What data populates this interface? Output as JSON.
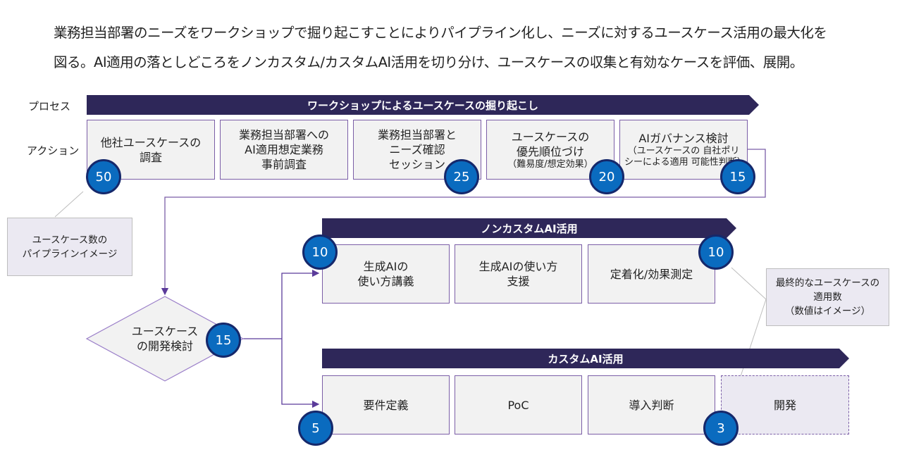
{
  "intro": {
    "line1": "業務担当部署のニーズをワークショップで掘り起こすことによりパイプライン化し、ニーズに対するユースケース活用の最大化を",
    "line2": "図る。AI適用の落としどころをノンカスタム/カスタムAI活用を切り分け、ユースケースの収集と有効なケースを評価、展開。"
  },
  "row_labels": {
    "process": "プロセス",
    "action": "アクション"
  },
  "workshop": {
    "banner": "ワークショップによるユースケースの掘り起こし",
    "steps": [
      {
        "lines": [
          "他社ユースケースの",
          "調査"
        ],
        "count": "50"
      },
      {
        "lines": [
          "業務担当部署への",
          "AI適用想定業務",
          "事前調査"
        ],
        "count": ""
      },
      {
        "lines": [
          "業務担当部署と",
          "ニーズ確認",
          "セッション"
        ],
        "count": "25"
      },
      {
        "lines": [
          "ユースケースの",
          "優先順位づけ"
        ],
        "sub": "（難易度/想定効果）",
        "count": "20"
      },
      {
        "lines": [
          "AIガバナンス検討"
        ],
        "sub": "（ユースケースの 自社ポリシーによる適用 可能性判断）",
        "count": "15"
      }
    ]
  },
  "pipeline_note": {
    "text": "ユースケース数の\nパイプラインイメージ"
  },
  "decision": {
    "lines": [
      "ユースケース",
      "の開発検討"
    ],
    "count": "15"
  },
  "noncustom": {
    "banner": "ノンカスタムAI活用",
    "steps": [
      {
        "lines": [
          "生成AIの",
          "使い方講義"
        ]
      },
      {
        "lines": [
          "生成AIの使い方",
          "支援"
        ]
      },
      {
        "lines": [
          "定着化/効果測定"
        ]
      }
    ],
    "count_start": "10",
    "count_end": "10"
  },
  "custom": {
    "banner": "カスタムAI活用",
    "steps": [
      {
        "lines": [
          "要件定義"
        ]
      },
      {
        "lines": [
          "PoC"
        ]
      },
      {
        "lines": [
          "導入判断"
        ]
      },
      {
        "lines": [
          "開発"
        ]
      }
    ],
    "count_start": "5",
    "count_end": "3"
  },
  "final_note": {
    "lines": [
      "最終的なユースケースの",
      "適用数",
      "（数値はイメージ）"
    ]
  },
  "colors": {
    "banner": "#2e2759",
    "circle": "#0a6bbf",
    "circle_border": "#15286b",
    "box_border": "#7b5ea7",
    "box_fill": "#f2f2f2"
  }
}
